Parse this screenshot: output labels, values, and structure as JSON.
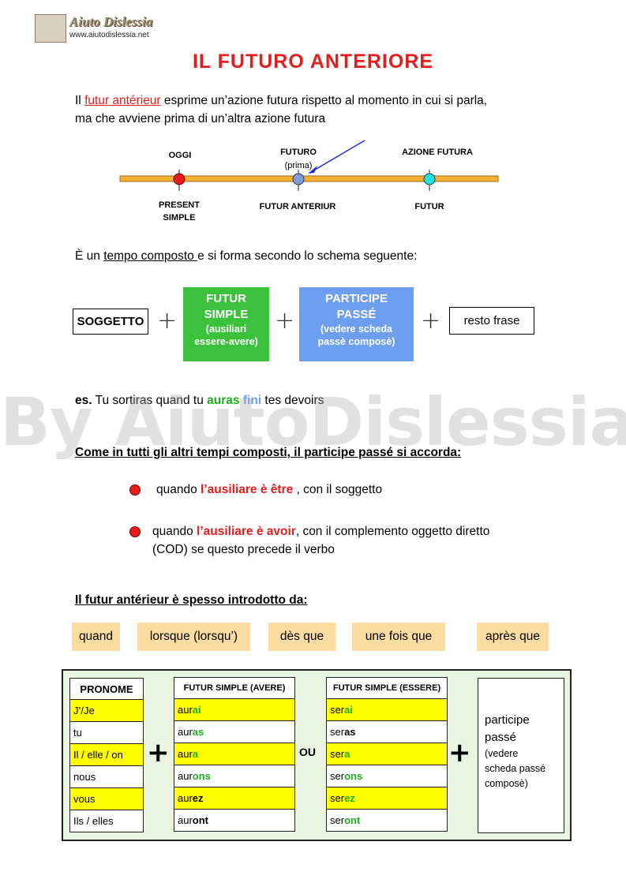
{
  "logo": {
    "title": "Aiuto Dislessia",
    "url": "www.aiutodislessia.net"
  },
  "title": "IL FUTURO ANTERIORE",
  "intro": {
    "prefix": "Il ",
    "term": "futur antérieur",
    "rest": " esprime un’azione futura rispetto al momento in cui si parla,",
    "line2": "ma che avviene prima di un’altra azione futura"
  },
  "timeline": {
    "top_labels": [
      "OGGI",
      "FUTURO",
      "AZIONE FUTURA"
    ],
    "prima": "(prima)",
    "bottom_labels": [
      "PRESENT SIMPLE",
      "FUTUR  ANTERIUR",
      "FUTUR"
    ],
    "colors": {
      "bar": "#f8b030",
      "oggi": "#e51c1c",
      "futuro": "#7f9ed8",
      "azione": "#22e0e0",
      "arrow": "#1c2cd8"
    }
  },
  "compose": {
    "prefix": "È un ",
    "term": "tempo composto ",
    "rest": "e si forma secondo lo schema seguente:"
  },
  "schema": {
    "soggetto": "SOGGETTO",
    "futur": [
      "FUTUR",
      "SIMPLE",
      "(ausiliari",
      "essere-avere)"
    ],
    "participe": [
      "PARTICIPE",
      "PASSÉ",
      "(vedere scheda",
      "passè composè)"
    ],
    "resto": "resto frase",
    "plus": "+"
  },
  "example": {
    "es": "es.",
    "p1": " Tu sortiras quand tu ",
    "auras": "auras",
    "fini": "fini",
    "p2": " tes devoirs"
  },
  "rule_heading": "Come in tutti gli altri tempi composti, il participe passé  si accorda:",
  "rules": [
    {
      "pre": "quando ",
      "red": "l’ausiliare è être",
      "post": " , con il soggetto"
    },
    {
      "pre": "quando ",
      "red": "l’ausiliare è avoir",
      "post": ", con il complemento oggetto diretto",
      "line2": "(COD) se questo precede il verbo"
    }
  ],
  "intro_heading": "Il futur antérieur è spesso introdotto da:",
  "chips": [
    "quand",
    "lorsque (lorsqu’)",
    "dès que",
    "une fois que",
    "après que"
  ],
  "table": {
    "pronome_header": "PRONOME",
    "pronomi": [
      "J’/Je",
      "tu",
      "Il / elle / on",
      "nous",
      "vous",
      "Ils / elles"
    ],
    "avere_header": "FUTUR  SIMPLE (AVERE)",
    "avere": [
      [
        "aur",
        "ai"
      ],
      [
        "aur",
        "as"
      ],
      [
        "aur",
        "a"
      ],
      [
        "aur",
        "ons"
      ],
      [
        "aur",
        "ez"
      ],
      [
        "aur",
        "ont"
      ]
    ],
    "essere_header": "FUTUR  SIMPLE (ESSERE)",
    "essere": [
      [
        "ser",
        "ai"
      ],
      [
        "ser",
        "as"
      ],
      [
        "ser",
        "a"
      ],
      [
        "ser",
        "ons"
      ],
      [
        "ser",
        "ez"
      ],
      [
        "ser",
        "ont"
      ]
    ],
    "ou": "OU",
    "plus": "+",
    "participe": [
      "participe",
      "passé"
    ],
    "participe_note": [
      "(vedere",
      "scheda passé",
      "composè)"
    ]
  },
  "watermark": "By AiutoDislessia.net"
}
